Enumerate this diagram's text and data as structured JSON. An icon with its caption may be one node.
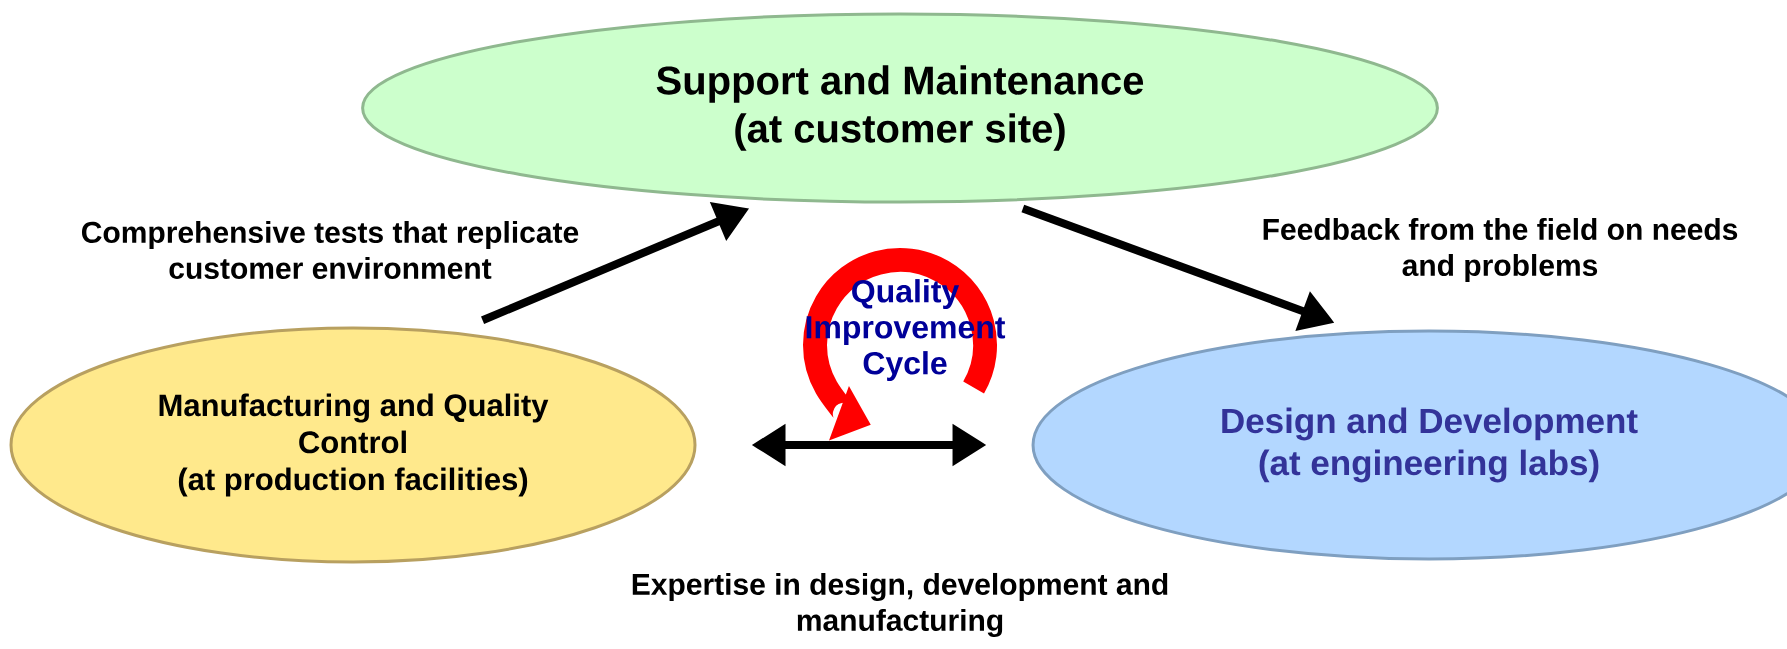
{
  "diagram": {
    "nodes": [
      {
        "text": [
          "Support and Maintenance",
          "(at customer site)"
        ]
      },
      {
        "text": [
          "Manufacturing and Quality Control",
          "(at production facilities)"
        ]
      },
      {
        "text": [
          "Design and Development",
          "(at engineering labs)"
        ]
      }
    ],
    "edges": [
      {
        "from": 1,
        "to": 0,
        "arrow": "to",
        "label": "Comprehensive tests that replicate customer environment"
      },
      {
        "from": 0,
        "to": 2,
        "arrow": "to",
        "label": "Feedback from the field on needs and problems"
      },
      {
        "from": 1,
        "to": 2,
        "arrow": "both",
        "label": "Expertise in design, development and manufacturing"
      }
    ],
    "labels": [
      "Quality Improvement Cycle"
    ]
  }
}
